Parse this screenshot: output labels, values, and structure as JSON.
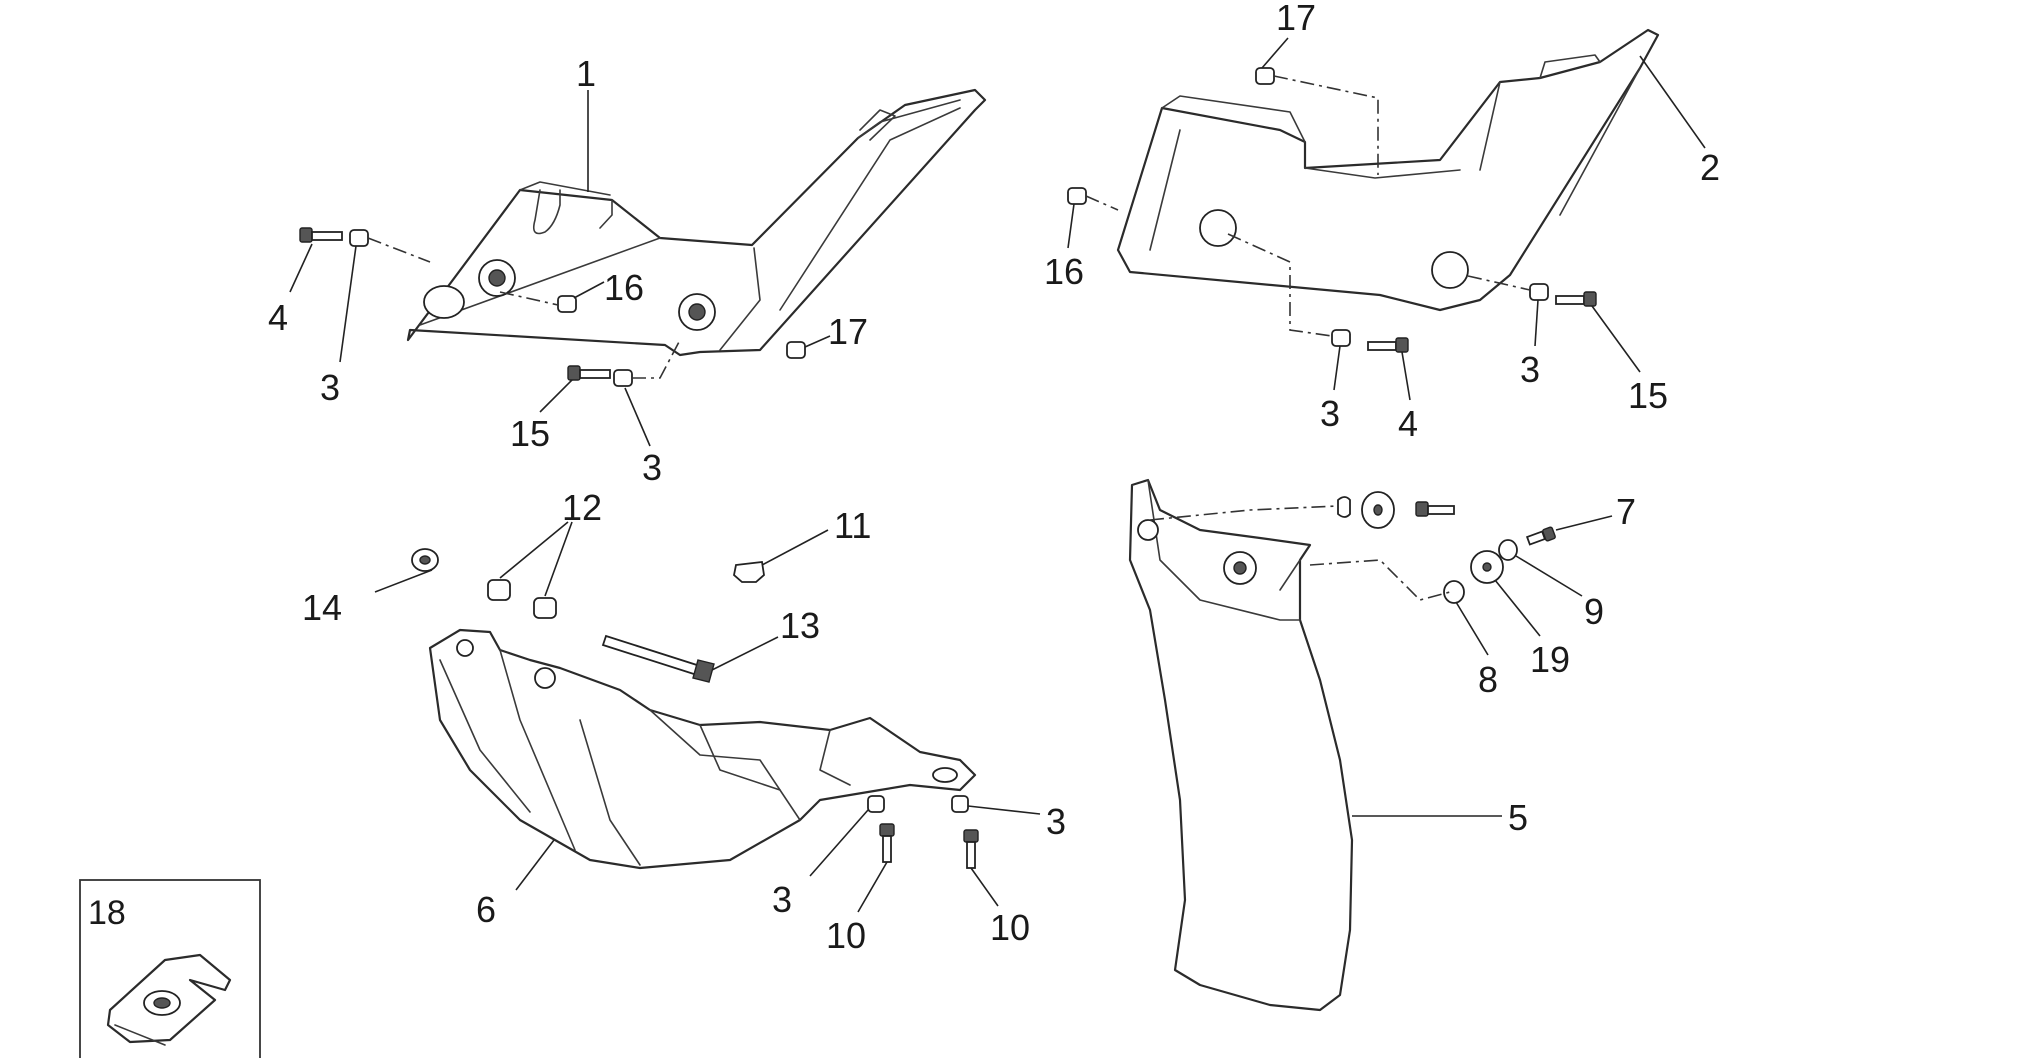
{
  "callouts": [
    {
      "id": "c1",
      "label": "1"
    },
    {
      "id": "c2",
      "label": "2"
    },
    {
      "id": "c3a",
      "label": "3"
    },
    {
      "id": "c3b",
      "label": "3"
    },
    {
      "id": "c3c",
      "label": "3"
    },
    {
      "id": "c3d",
      "label": "3"
    },
    {
      "id": "c3e",
      "label": "3"
    },
    {
      "id": "c3f",
      "label": "3"
    },
    {
      "id": "c4a",
      "label": "4"
    },
    {
      "id": "c4b",
      "label": "4"
    },
    {
      "id": "c5",
      "label": "5"
    },
    {
      "id": "c6",
      "label": "6"
    },
    {
      "id": "c7",
      "label": "7"
    },
    {
      "id": "c8",
      "label": "8"
    },
    {
      "id": "c9",
      "label": "9"
    },
    {
      "id": "c10a",
      "label": "10"
    },
    {
      "id": "c10b",
      "label": "10"
    },
    {
      "id": "c11",
      "label": "11"
    },
    {
      "id": "c12",
      "label": "12"
    },
    {
      "id": "c13",
      "label": "13"
    },
    {
      "id": "c14",
      "label": "14"
    },
    {
      "id": "c15a",
      "label": "15"
    },
    {
      "id": "c15b",
      "label": "15"
    },
    {
      "id": "c16a",
      "label": "16"
    },
    {
      "id": "c16b",
      "label": "16"
    },
    {
      "id": "c17a",
      "label": "17"
    },
    {
      "id": "c17b",
      "label": "17"
    },
    {
      "id": "c19",
      "label": "19"
    }
  ],
  "inset": {
    "label": "18"
  }
}
